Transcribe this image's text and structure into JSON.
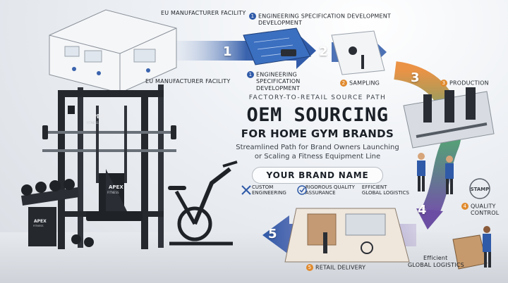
{
  "steps": {
    "eu_facility_top": "EU MANUFACTURER FACILITY",
    "eu_facility_mid": "EU MANUFACTURER FACILITY",
    "engineering_top_line1": "ENGINEERING SPECIFICATION DEVELOPMENT",
    "engineering_top_line2": "DEVELOPMENT",
    "engineering_mid_line1": "ENGINEERING",
    "engineering_mid_line2": "SPECIFICATION",
    "engineering_mid_line3": "DEVELOPMENT",
    "sampling": "SAMPLING",
    "production": "PRODUCTION",
    "quality_line1": "QUALITY",
    "quality_line2": "CONTROL",
    "retail": "RETAIL DELIVERY",
    "logistics_line1": "Efficient",
    "logistics_line2": "GLOBAL LOGISTICS"
  },
  "step_numbers": {
    "n1_arrow": "1",
    "n2_arrow": "2",
    "n3_arrow": "3",
    "n4_arrow": "4",
    "n5_arrow": "5",
    "badge1_top": "1",
    "badge1_mid": "1",
    "badge2": "2",
    "badge3": "3",
    "badge4": "4",
    "badge5": "5"
  },
  "center": {
    "eyebrow": "FACTORY-TO-RETAIL SOURCE PATH",
    "headline_line1": "OEM SOURCING",
    "headline_line2": "FOR HOME GYM BRANDS",
    "tagline_line1": "Streamlined Path for Brand Owners Launching",
    "tagline_line2": "or Scaling a Fitness Equipment Line",
    "brand_name": "YOUR BRAND NAME"
  },
  "features": [
    {
      "line1": "CUSTOM",
      "line2": "ENGINEERING",
      "icon": "tools-icon"
    },
    {
      "line1": "RIGOROUS QUALITY",
      "line2": "ASSURANCE",
      "icon": "check-circle-icon"
    },
    {
      "line1": "EFFICIENT",
      "line2": "GLOBAL LOGISTICS",
      "icon": "none"
    }
  ],
  "equipment_branding": {
    "rack_logo": "APEX",
    "rack_sub": "FITNESS",
    "bench_logo": "APEX",
    "bench_sub": "FITNESS",
    "dumbbell_rack_logo": "APEX",
    "dumbbell_rack_sub": "FITNESS"
  },
  "stamp": "STAMP",
  "colors": {
    "arrow_blue": "#2f5aa8",
    "arrow_orange": "#e58a3a",
    "arrow_green": "#3e9a6a",
    "arrow_purple": "#6a4aa0",
    "badge_orange": "#e08a2e"
  }
}
